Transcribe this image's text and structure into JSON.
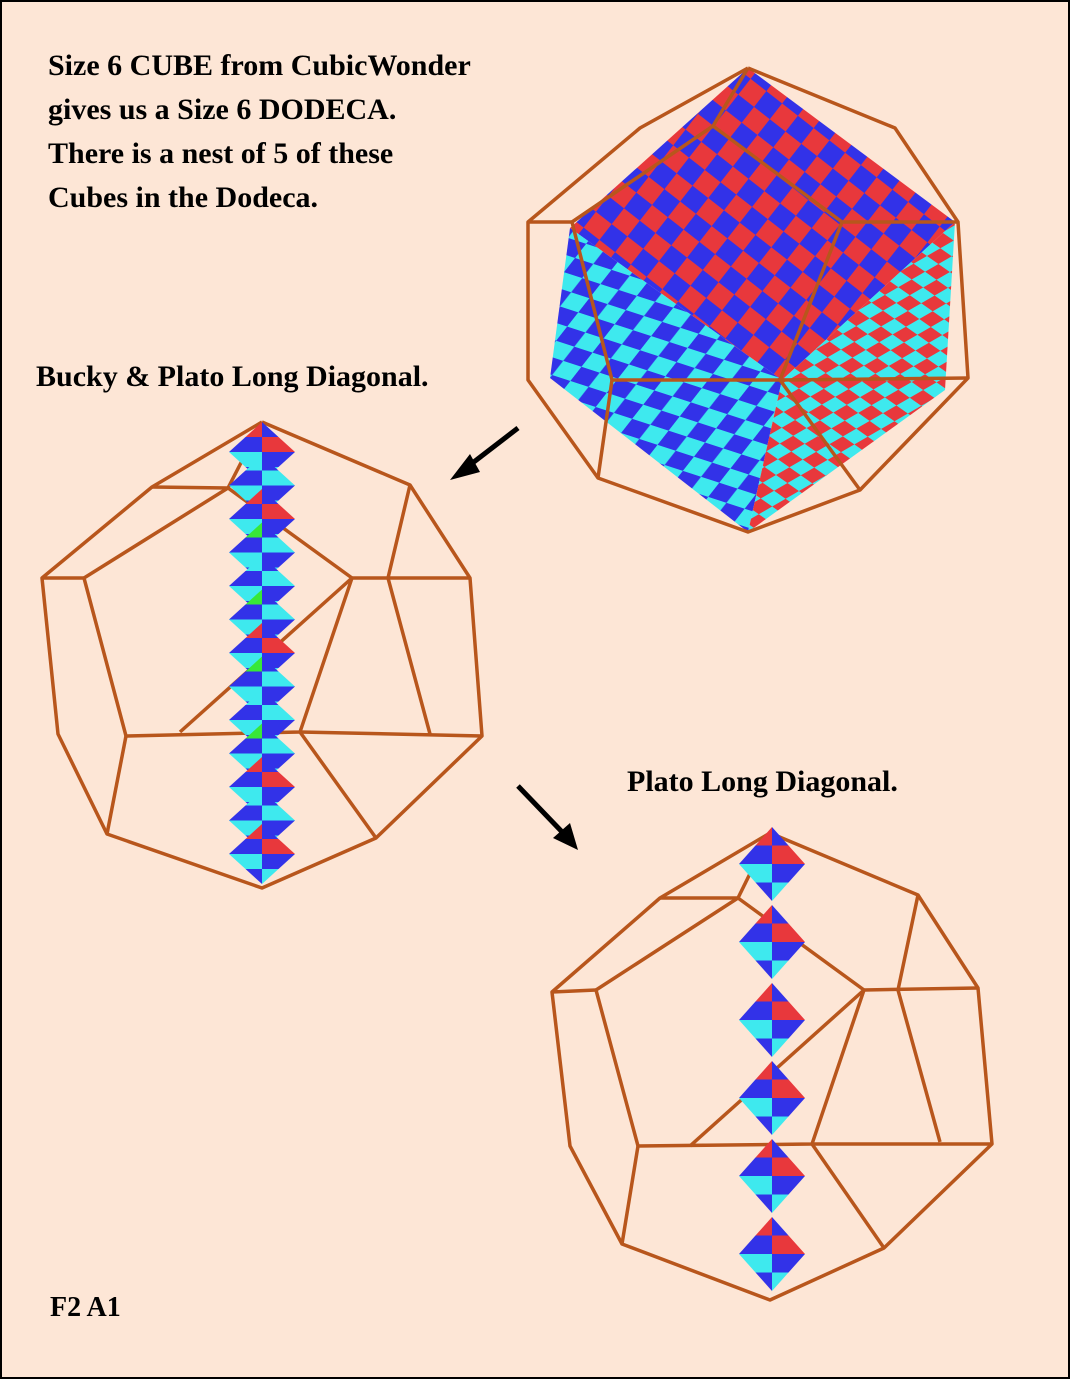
{
  "intro": {
    "lines": [
      "Size 6 CUBE  from CubicWonder",
      "gives us a Size 6 DODECA.",
      "There is a nest of 5 of these",
      "Cubes in the Dodeca."
    ]
  },
  "captions": {
    "bucky": "Bucky & Plato Long Diagonal.",
    "plato": "Plato Long Diagonal.",
    "code": "F2 A1"
  },
  "colors": {
    "background": "#fde6d6",
    "wire": "#b8561c",
    "red": "#e8383c",
    "blue": "#3232e8",
    "cyan": "#3ee9ee",
    "green": "#38e838"
  }
}
